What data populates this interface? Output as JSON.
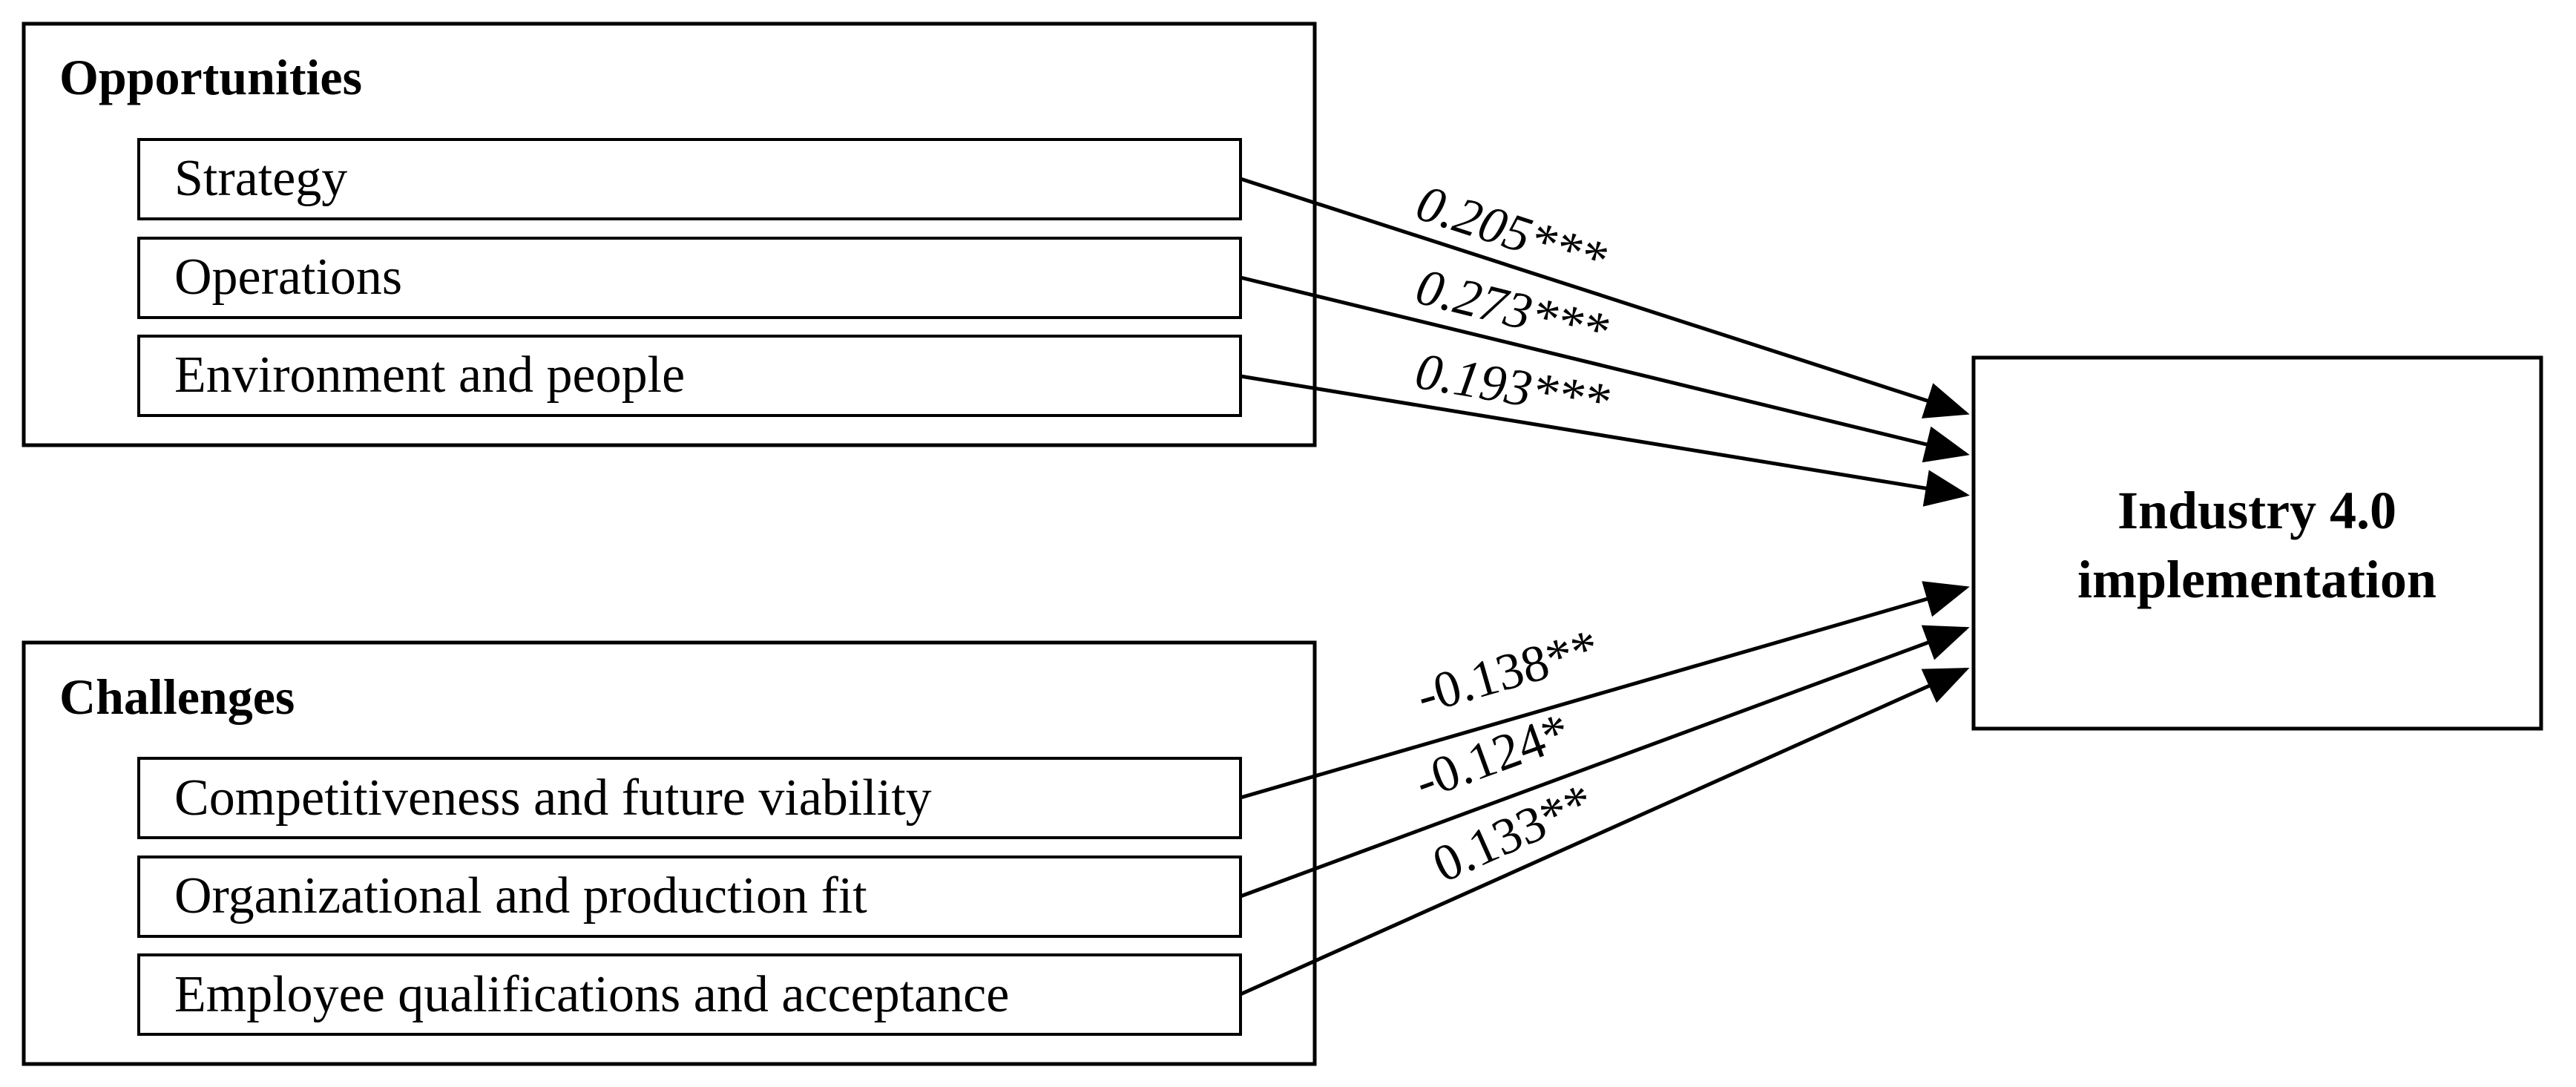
{
  "groups": [
    {
      "title": "Opportunities",
      "items": [
        "Strategy",
        "Operations",
        "Environment and people"
      ]
    },
    {
      "title": "Challenges",
      "items": [
        "Competitiveness and future viability",
        "Organizational and production fit",
        "Employee qualifications and acceptance"
      ]
    }
  ],
  "target": {
    "line1": "Industry 4.0",
    "line2": "implementation"
  },
  "paths": [
    {
      "from": "Strategy",
      "coefficient": "0.205***"
    },
    {
      "from": "Operations",
      "coefficient": "0.273***"
    },
    {
      "from": "Environment and people",
      "coefficient": "0.193***"
    },
    {
      "from": "Competitiveness and future viability",
      "coefficient": "-0.138**"
    },
    {
      "from": "Organizational and production fit",
      "coefficient": "-0.124*"
    },
    {
      "from": "Employee qualifications and acceptance",
      "coefficient": "0.133**"
    }
  ]
}
